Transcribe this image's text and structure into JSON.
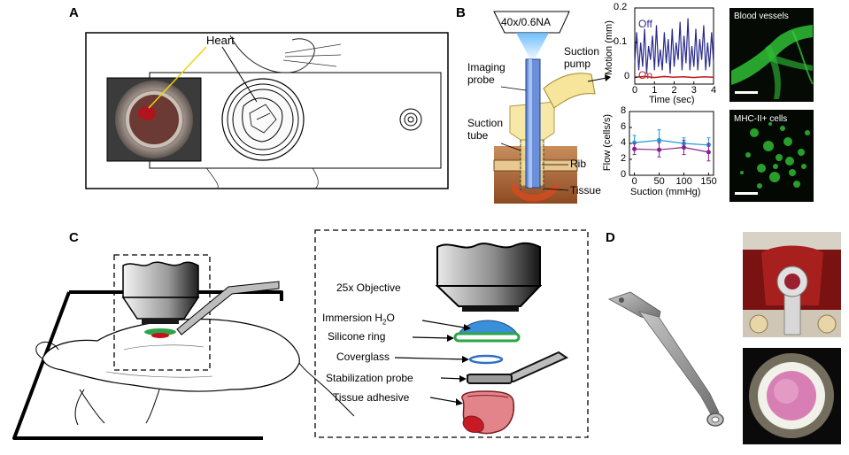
{
  "panels": {
    "a": {
      "letter": "A",
      "heart_label": "Heart"
    },
    "b": {
      "letter": "B",
      "objective_label": "40x/0.6NA",
      "imaging_probe": "Imaging\nprobe",
      "suction_pump": "Suction\npump",
      "suction_tube": "Suction\ntube",
      "rib": "Rib",
      "tissue": "Tissue",
      "micro_top": "Blood vessels",
      "micro_bottom": "MHC-II+ cells"
    },
    "c": {
      "letter": "C",
      "legend": {
        "objective": "25x Objective",
        "immersion": "Immersion H",
        "immersion_sub": "2",
        "immersion_suffix": "O",
        "silicone": "Silicone ring",
        "coverglass": "Coverglass",
        "stabilization": "Stabilization probe",
        "adhesive": "Tissue adhesive"
      }
    },
    "d": {
      "letter": "D"
    }
  },
  "colors": {
    "off_series": "#2b2b8f",
    "on_series": "#c01a1a",
    "flow_blue": "#1e9ad6",
    "flow_purple": "#8b1f8f",
    "micro_green": "#35d13a",
    "heart_red": "#c8101a",
    "silicone_green": "#2da447",
    "immersion_blue": "#3b8fd9",
    "adhesive_pink": "#e3848a"
  },
  "chart_data": [
    {
      "type": "line",
      "xlabel": "Time (sec)",
      "ylabel": "Motion (mm)",
      "xlim": [
        0,
        4
      ],
      "ylim": [
        -0.02,
        0.2
      ],
      "xticks": [
        "0",
        "1",
        "2",
        "3",
        "4"
      ],
      "yticks": [
        "0",
        "0.1",
        "0.2"
      ],
      "series": [
        {
          "name": "Off",
          "x": [
            0,
            0.1,
            0.2,
            0.3,
            0.4,
            0.5,
            0.6,
            0.7,
            0.8,
            0.9,
            1.0,
            1.1,
            1.2,
            1.3,
            1.4,
            1.5,
            1.6,
            1.7,
            1.8,
            1.9,
            2.0,
            2.1,
            2.2,
            2.3,
            2.4,
            2.5,
            2.6,
            2.7,
            2.8,
            2.9,
            3.0,
            3.1,
            3.2,
            3.3,
            3.4,
            3.5,
            3.6,
            3.7,
            3.8,
            3.9,
            4.0
          ],
          "y": [
            0.04,
            0.13,
            0.02,
            0.1,
            0.03,
            0.14,
            0.01,
            0.09,
            0.05,
            0.12,
            0.02,
            0.15,
            0.03,
            0.08,
            0.02,
            0.13,
            0.04,
            0.11,
            0.01,
            0.14,
            0.03,
            0.1,
            0.05,
            0.16,
            0.02,
            0.12,
            0.04,
            0.17,
            0.02,
            0.09,
            0.03,
            0.14,
            0.02,
            0.11,
            0.05,
            0.15,
            0.02,
            0.1,
            0.03,
            0.13,
            0.04
          ]
        },
        {
          "name": "On",
          "x": [
            0,
            0.5,
            1.0,
            1.5,
            2.0,
            2.5,
            3.0,
            3.5,
            4.0
          ],
          "y": [
            0.0,
            0.002,
            -0.001,
            0.002,
            0.0,
            0.001,
            -0.001,
            0.001,
            0.0
          ]
        }
      ]
    },
    {
      "type": "line",
      "xlabel": "Suction (mmHg)",
      "ylabel": "Flow (cells/s)",
      "xlim": [
        -10,
        160
      ],
      "ylim": [
        0,
        8
      ],
      "xticks": [
        "0",
        "50",
        "100",
        "150"
      ],
      "yticks": [
        "0",
        "2",
        "4",
        "6",
        "8"
      ],
      "series": [
        {
          "x": [
            0,
            50,
            100,
            150
          ],
          "y": [
            4.1,
            4.4,
            4.0,
            3.8
          ],
          "err": [
            0.9,
            1.3,
            0.7,
            0.9
          ]
        },
        {
          "x": [
            0,
            50,
            100,
            150
          ],
          "y": [
            3.3,
            3.2,
            3.5,
            2.9
          ],
          "err": [
            0.7,
            0.9,
            0.9,
            1.1
          ]
        }
      ]
    }
  ]
}
